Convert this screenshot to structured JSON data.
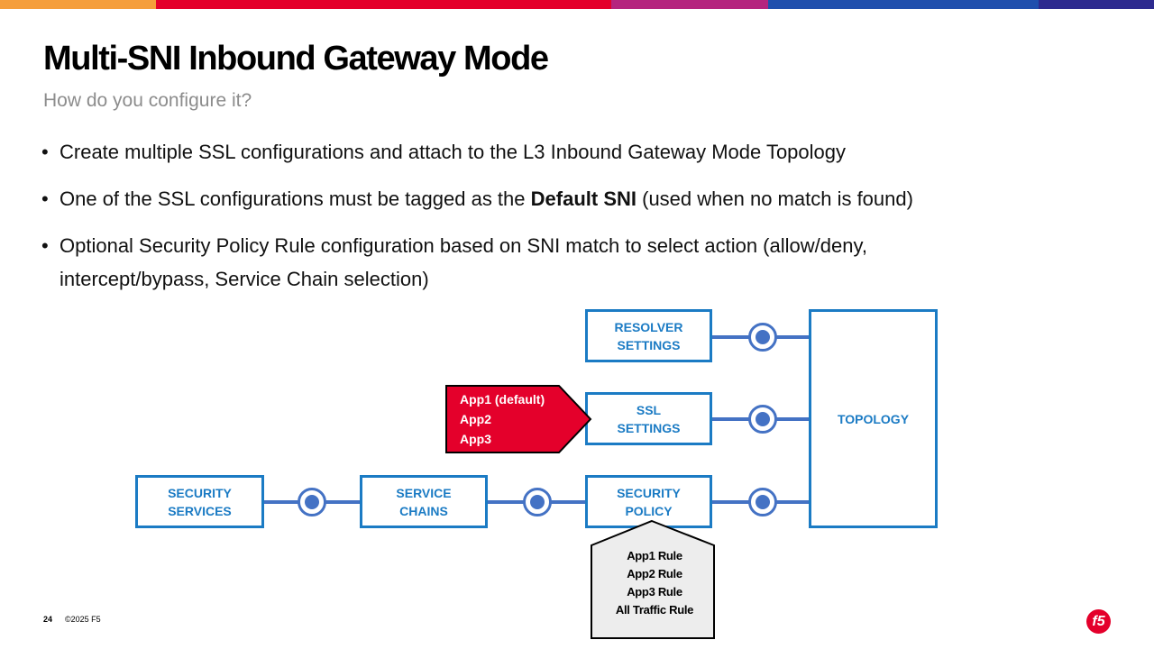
{
  "slide": {
    "title": "Multi-SNI Inbound Gateway Mode",
    "subtitle": "How do you configure it?",
    "bullets": {
      "b1": {
        "text": "Create multiple SSL configurations and attach to the L3 Inbound Gateway Mode Topology"
      },
      "b2": {
        "pre": "One of the SSL configurations must be tagged as the ",
        "bold": "Default SNI",
        "post": " (used when no match is found)"
      },
      "b3": {
        "line1": "Optional Security Policy Rule configuration based on SNI match to select action (allow/deny,",
        "line2": "intercept/bypass, Service Chain selection)"
      }
    },
    "bullet_char": "•"
  },
  "diagram": {
    "resolver_settings": {
      "line1": "RESOLVER",
      "line2": "SETTINGS"
    },
    "ssl_settings": {
      "line1": "SSL",
      "line2": "SETTINGS"
    },
    "topology": {
      "label": "TOPOLOGY"
    },
    "security_services": {
      "line1": "SECURITY",
      "line2": "SERVICES"
    },
    "service_chains": {
      "line1": "SERVICE",
      "line2": "CHAINS"
    },
    "security_policy": {
      "line1": "SECURITY",
      "line2": "POLICY"
    },
    "ssl_callout": {
      "items": [
        "App1 (default)",
        "App2",
        "App3"
      ]
    },
    "policy_callout": {
      "items": [
        "App1 Rule",
        "App2 Rule",
        "App3 Rule",
        "All Traffic Rule"
      ]
    }
  },
  "footer": {
    "page_number": "24",
    "copyright": "©2025 F5",
    "logo_text": "f5"
  },
  "colors": {
    "box_border": "#1b7bc4",
    "connector": "#4472c4",
    "ssl_callout_fill": "#e4002b",
    "policy_callout_fill": "#ededed",
    "top_band": [
      "#f59e3b",
      "#e4002b",
      "#b5247e",
      "#1f4fad",
      "#0e43a8",
      "#2d2a8f"
    ]
  }
}
